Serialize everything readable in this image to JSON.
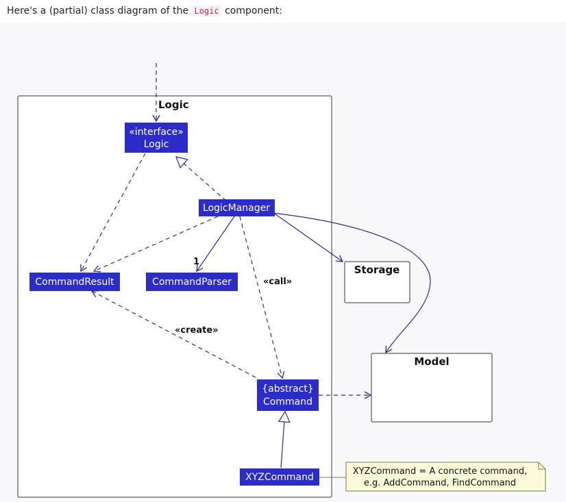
{
  "intro": {
    "before": "Here's a (partial) class diagram of the ",
    "code": "Logic",
    "after": " component:"
  },
  "diagram": {
    "colors": {
      "class_fill": "#2c2cc8",
      "class_text": "#ffffff",
      "line": "#2a2a8c",
      "note_fill": "#fbfbd9",
      "note_border": "#7a7a4a"
    },
    "packages": {
      "logic": "Logic",
      "storage": "Storage",
      "model": "Model"
    },
    "classes": {
      "logic_stereotype": "«interface»",
      "logic_name": "Logic",
      "logic_manager": "LogicManager",
      "command_result": "CommandResult",
      "command_parser": "CommandParser",
      "command_stereotype": "{abstract}",
      "command_name": "Command",
      "xyz_command": "XYZCommand"
    },
    "labels": {
      "multiplicity": "1",
      "call": "«call»",
      "create": "«create»"
    },
    "note": {
      "line1": "XYZCommand = A concrete command,",
      "line2": "e.g. AddCommand, FindCommand"
    }
  }
}
